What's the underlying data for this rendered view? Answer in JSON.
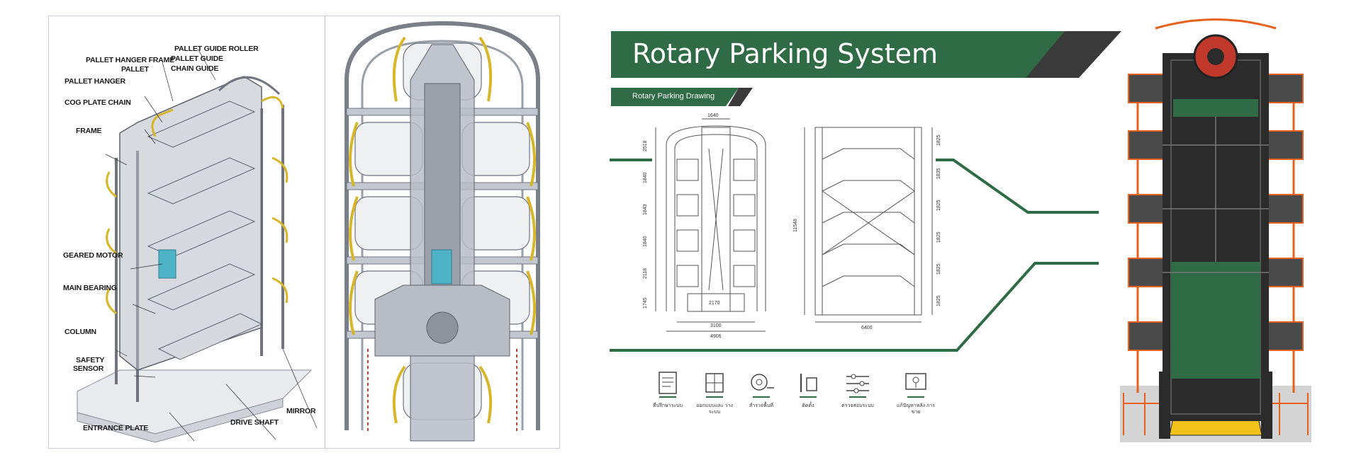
{
  "left_panel": {
    "callouts": [
      {
        "key": "pallet_guide_roller",
        "text": "PALLET GUIDE ROLLER"
      },
      {
        "key": "pallet_hanger_frame",
        "text": "PALLET HANGER FRAME"
      },
      {
        "key": "pallet_guide",
        "text": "PALLET GUIDE"
      },
      {
        "key": "pallet",
        "text": "PALLET"
      },
      {
        "key": "chain_guide",
        "text": "CHAIN GUIDE"
      },
      {
        "key": "pallet_hanger",
        "text": "PALLET HANGER"
      },
      {
        "key": "cog_plate_chain",
        "text": "COG PLATE CHAIN"
      },
      {
        "key": "frame",
        "text": "FRAME"
      },
      {
        "key": "geared_motor",
        "text": "GEARED MOTOR"
      },
      {
        "key": "main_bearing",
        "text": "MAIN BEARING"
      },
      {
        "key": "column",
        "text": "COLUMN"
      },
      {
        "key": "safety",
        "text": "SAFETY"
      },
      {
        "key": "sensor",
        "text": "SENSOR"
      },
      {
        "key": "mirror",
        "text": "MIRROR"
      },
      {
        "key": "drive_shaft",
        "text": "DRIVE SHAFT"
      },
      {
        "key": "entrance_plate",
        "text": "ENTRANCE PLATE"
      }
    ]
  },
  "title": "Rotary Parking System",
  "subtitle": "Rotary  Parking Drawing",
  "drawing": {
    "front_dims": {
      "top_width": "1640",
      "left_heights": [
        "2518",
        "1840",
        "1843",
        "1840",
        "2118",
        "1745"
      ],
      "inner_width": "2170",
      "base_inner": "3100",
      "base_outer": "4906"
    },
    "side_dims": {
      "total_height": "11548",
      "right_heights": [
        "1825",
        "1835",
        "1825",
        "1825",
        "1825",
        "1825"
      ],
      "base_width": "6400"
    }
  },
  "icons": [
    {
      "name": "document-icon",
      "caption": "ที่ปรึกษาระบบ"
    },
    {
      "name": "blueprint-icon",
      "caption": "ออกแบบและ วางระบบ"
    },
    {
      "name": "tape-measure-icon",
      "caption": "สำรวจพื้นที่"
    },
    {
      "name": "tools-icon",
      "caption": "ติดตั้ง"
    },
    {
      "name": "sliders-icon",
      "caption": "ตรวจสอบระบบ"
    },
    {
      "name": "training-icon",
      "caption": "แก้ปัญหาหลัง การขาย"
    }
  ],
  "colors": {
    "brand_green": "#2f6b44",
    "dark_gray": "#3a3a3a",
    "frame_orange": "#e8601c",
    "frame_dark": "#2b2b2b"
  }
}
